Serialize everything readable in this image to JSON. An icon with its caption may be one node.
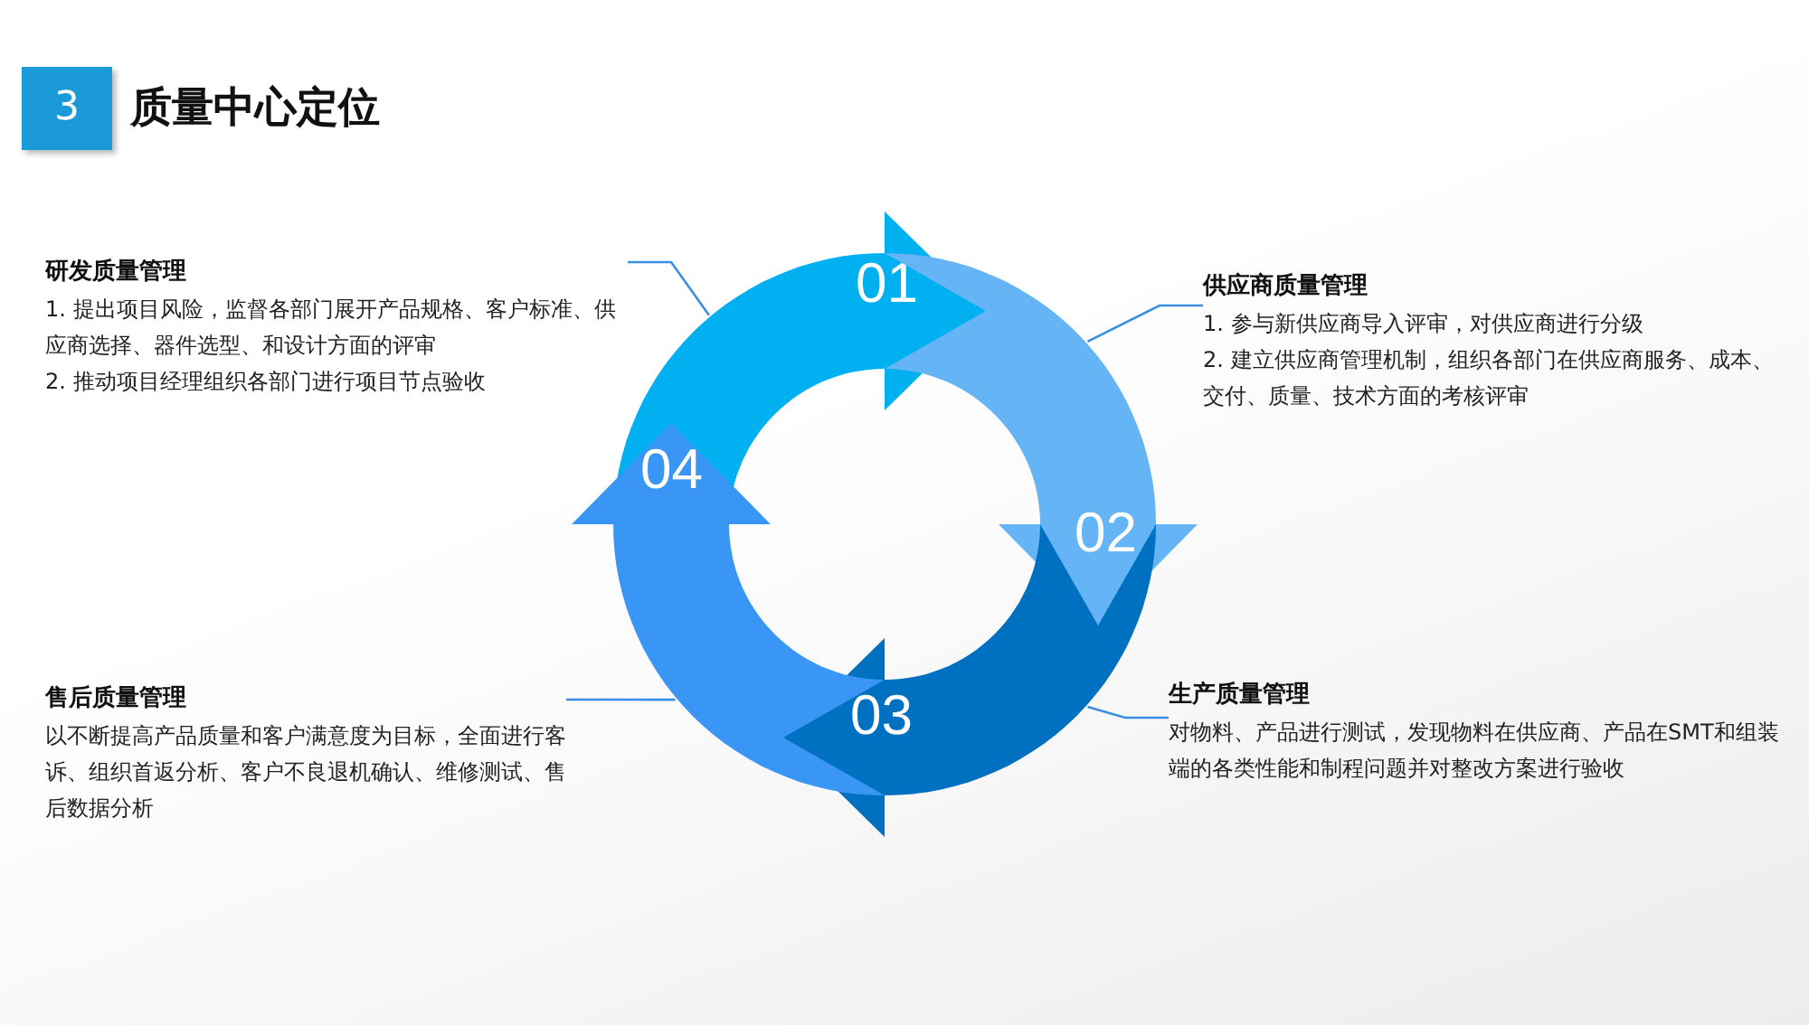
{
  "diagram": {
    "title": "质量中心定位",
    "nodes": [
      {
        "text": [
          "01"
        ]
      },
      {
        "text": [
          "02"
        ]
      },
      {
        "text": [
          "03"
        ]
      },
      {
        "text": [
          "04"
        ]
      },
      {
        "text": [
          "研发质量管理",
          "1. 提出项目风险，监督各部门展开产品规格、客户标准、供应商选择、器件选型、和设计方面的评审",
          "2. 推动项目经理组织各部门进行项目节点验收"
        ]
      },
      {
        "text": [
          "供应商质量管理",
          "1. 参与新供应商导入评审，对供应商进行分级",
          "2. 建立供应商管理机制，组织各部门在供应商服务、成本、交付、质量、技术方面的考核评审"
        ]
      },
      {
        "text": [
          "生产质量管理",
          "对物料、产品进行测试，发现物料在供应商、产品在SMT和组装端的各类性能和制程问题并对整改方案进行验收"
        ]
      },
      {
        "text": [
          "售后质量管理",
          "以不断提高产品质量和客户满意度为目标，全面进行客诉、组织首返分析、客户不良退机确认、维修测试、售后数据分析"
        ]
      }
    ],
    "edges": [
      {
        "from": 4,
        "to": 0,
        "arrow": "none"
      },
      {
        "from": 5,
        "to": 1,
        "arrow": "none"
      },
      {
        "from": 6,
        "to": 2,
        "arrow": "none"
      },
      {
        "from": 7,
        "to": 3,
        "arrow": "none"
      }
    ],
    "labels": [
      "3"
    ]
  }
}
